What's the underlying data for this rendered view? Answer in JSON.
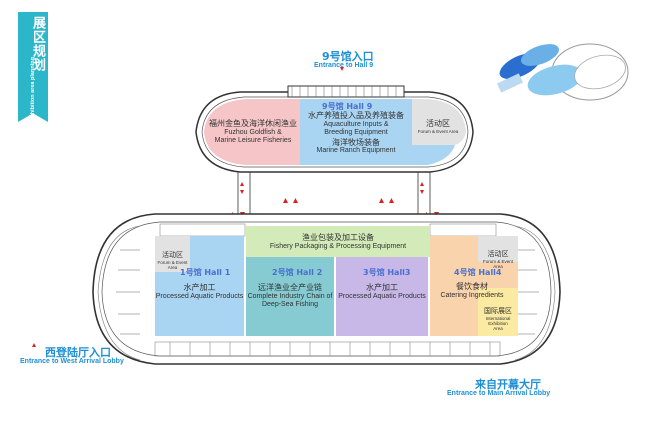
{
  "banner": {
    "title_cn": "展区规划",
    "title_en": "Exhibition area planning"
  },
  "entrances": {
    "hall9": {
      "cn": "9号馆入口",
      "en": "Entrance to Hall 9"
    },
    "west": {
      "cn": "西登陆厅入口",
      "en": "Entrance to West Arrival Lobby"
    },
    "main": {
      "cn": "来自开幕大厅",
      "en": "Entrance to Main Arrival Lobby"
    }
  },
  "hall9": {
    "pink_zone": {
      "cn": "福州金鱼及海洋休闲渔业",
      "en1": "Fuzhou Goldfish &",
      "en2": "Marine Leisure Fisheries"
    },
    "blue_zone": {
      "tag": "9号馆 Hall 9",
      "cn1": "水产养殖投入品及养殖装备",
      "en1a": "Aquaculture Inputs &",
      "en1b": "Breeding Equipment",
      "cn2": "海洋牧场装备",
      "en2": "Marine Ranch Equipment"
    },
    "event_zone": {
      "cn": "活动区",
      "en": "Forum & Event Area"
    }
  },
  "main_hall": {
    "top_band": {
      "cn": "渔业包装及加工设备",
      "en": "Fishery Packaging & Processing Equipment"
    },
    "hall1": {
      "tag": "1号馆 Hall 1",
      "cn": "水产加工",
      "en": "Processed Aquatic Products",
      "event_cn": "活动区",
      "event_en": "Forum & Event Area"
    },
    "hall2": {
      "tag": "2号馆 Hall 2",
      "cn": "远洋渔业全产业链",
      "en1": "Complete Industry Chain of",
      "en2": "Deep-Sea Fishing"
    },
    "hall3": {
      "tag": "3号馆 Hall3",
      "cn": "水产加工",
      "en": "Processed Aquatic Products"
    },
    "hall4": {
      "tag": "4号馆 Hall4",
      "cn": "餐饮食材",
      "en": "Catering Ingredients",
      "event_cn": "活动区",
      "event_en": "Forum & Event Area",
      "intl_cn": "国际展区",
      "intl_en1": "International Exhibition",
      "intl_en2": "Area"
    }
  },
  "colors": {
    "banner": "#2bb6c9",
    "entrance_text": "#1d8fd6",
    "pink": "#f6c5c8",
    "blue": "#a9d4f2",
    "green": "#d3ebb9",
    "teal": "#86cbd2",
    "purple": "#c7b8e8",
    "orange": "#f8d3ab",
    "yellow": "#faeaa2",
    "gray": "#e2e2e2"
  }
}
